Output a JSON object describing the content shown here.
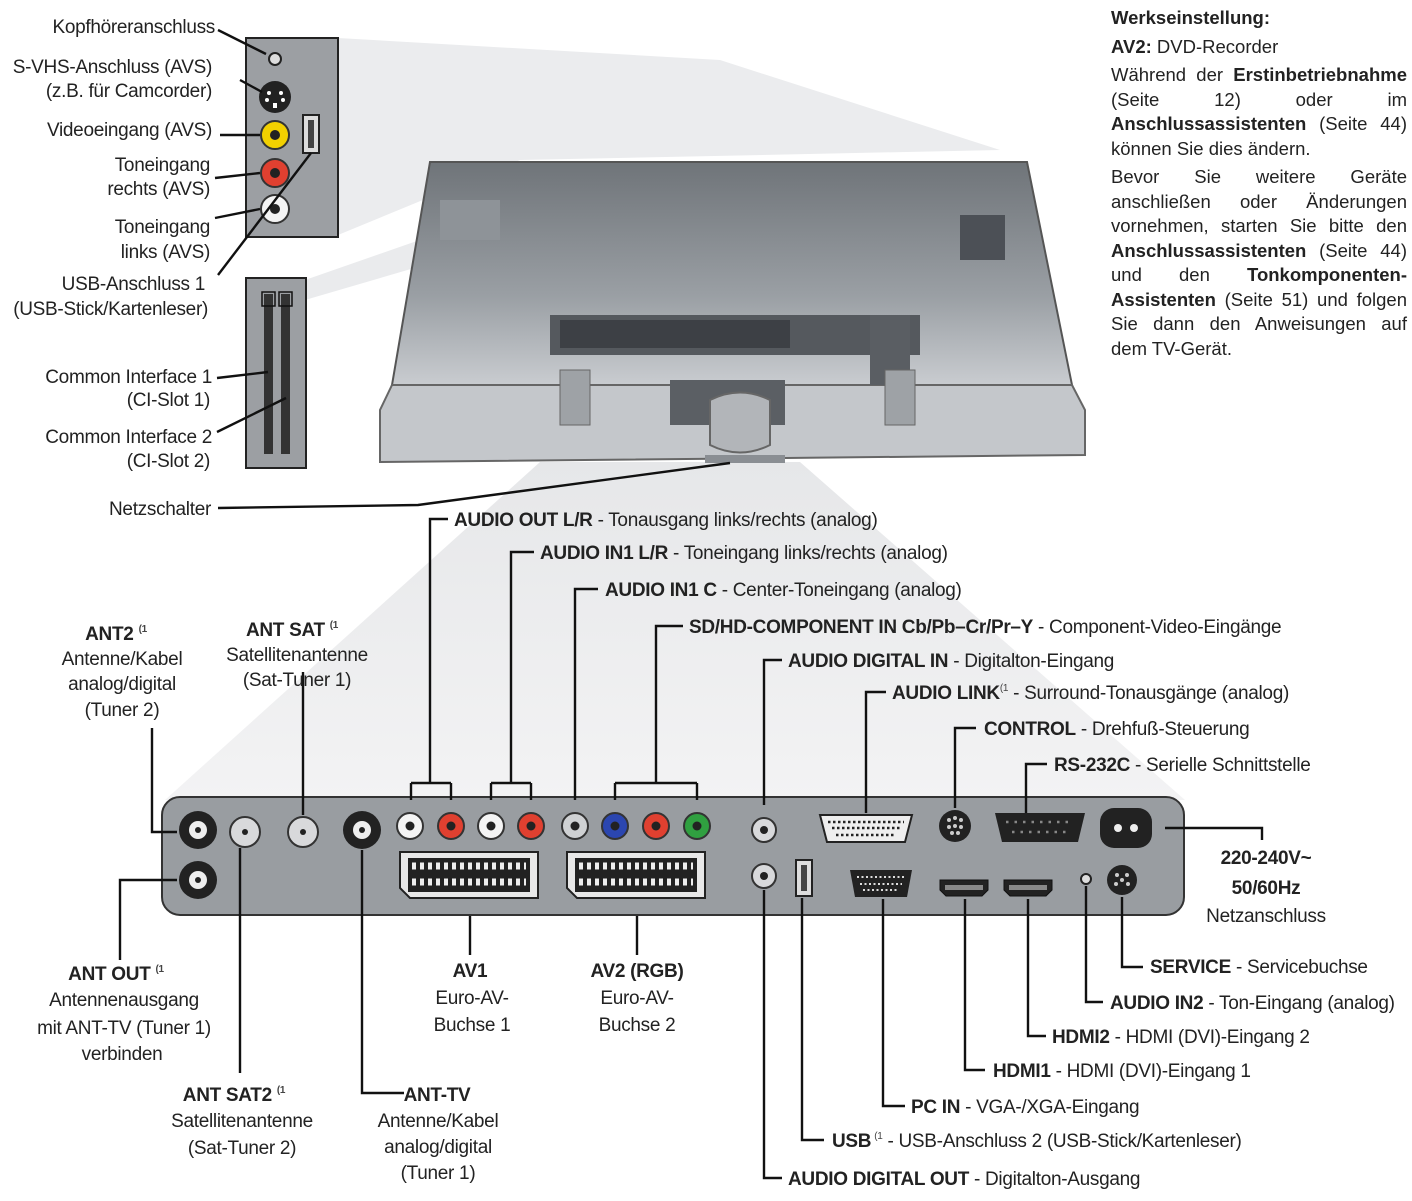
{
  "top_labels": {
    "headphone": "Kopfhöreranschluss",
    "svhs_1": "S-VHS-Anschluss (AVS)",
    "svhs_2": "(z.B. für Camcorder)",
    "video_in": "Videoeingang (AVS)",
    "audio_r_1": "Toneingang",
    "audio_r_2": "rechts (AVS)",
    "audio_l_1": "Toneingang",
    "audio_l_2": "links (AVS)",
    "usb1_1": "USB-Anschluss 1",
    "usb1_2": "(USB-Stick/Kartenleser)",
    "ci1_1": "Common Interface 1",
    "ci1_2": "(CI-Slot 1)",
    "ci2_1": "Common Interface 2",
    "ci2_2": "(CI-Slot 2)",
    "power_switch": "Netzschalter"
  },
  "side_text": {
    "heading": "Werkseinstellung:",
    "av2_key": "AV2:",
    "av2_value": "DVD-Recorder",
    "p1_a": "Während der",
    "p1_b": "Erstinbetriebnahme",
    "p1_c": "(Seite 12) oder im",
    "p1_d": "Anschlussassistenten",
    "p1_e": "(Seite 44) können Sie dies ändern.",
    "p2_a": "Bevor Sie weitere Geräte anschließen oder Änderungen vornehmen, starten Sie bitte den",
    "p2_b": "Anschlussassistenten",
    "p2_c": "(Seite 44) und den",
    "p2_d": "Tonkomponenten-Assistenten",
    "p2_e": "(Seite 51) und folgen Sie dann den Anweisungen auf dem TV-Gerät."
  },
  "right_callouts": [
    {
      "key": "AUDIO OUT L/R",
      "desc": " - Tonausgang links/rechts (analog)"
    },
    {
      "key": "AUDIO IN1 L/R",
      "desc": " - Toneingang links/rechts (analog)"
    },
    {
      "key": "AUDIO IN1 C",
      "desc": " - Center-Toneingang (analog)"
    },
    {
      "key": "SD/HD-COMPONENT IN Cb/Pb–Cr/Pr–Y",
      "desc": " - Component-Video-Eingänge"
    },
    {
      "key": "AUDIO DIGITAL IN",
      "desc": " - Digitalton-Eingang"
    },
    {
      "key": "AUDIO LINK",
      "desc": " - Surround-Tonausgänge (analog)"
    },
    {
      "key": "CONTROL",
      "desc": " - Drehfuß-Steuerung"
    },
    {
      "key": "RS-232C",
      "desc": " - Serielle Schnittstelle"
    }
  ],
  "bottom_callouts": [
    {
      "key": "SERVICE",
      "desc": " - Servicebuchse"
    },
    {
      "key": "AUDIO IN2",
      "desc": " - Ton-Eingang (analog)"
    },
    {
      "key": "HDMI2",
      "desc": " - HDMI (DVI)-Eingang 2"
    },
    {
      "key": "HDMI1",
      "desc": " - HDMI (DVI)-Eingang 1"
    },
    {
      "key": "PC IN",
      "desc": " - VGA-/XGA-Eingang"
    },
    {
      "key": "USB",
      "desc": " - USB-Anschluss 2 (USB-Stick/Kartenleser)"
    },
    {
      "key": "AUDIO DIGITAL OUT",
      "desc": " - Digitalton-Ausgang"
    }
  ],
  "left_labels": {
    "ant2_key": "ANT2",
    "ant2_l1": "Antenne/Kabel",
    "ant2_l2": "analog/digital",
    "ant2_l3": "(Tuner 2)",
    "antsat_key": "ANT SAT",
    "antsat_l1": "Satellitenantenne",
    "antsat_l2": "(Sat-Tuner 1)",
    "antout_key": "ANT OUT",
    "antout_l1": "Antennenausgang",
    "antout_l2": "mit ANT-TV (Tuner 1)",
    "antout_l3": "verbinden",
    "antsat2_key": "ANT SAT2",
    "antsat2_l1": "Satellitenantenne",
    "antsat2_l2": "(Sat-Tuner 2)",
    "anttv_key": "ANT-TV",
    "anttv_l1": "Antenne/Kabel",
    "anttv_l2": "analog/digital",
    "anttv_l3": "(Tuner 1)",
    "av1_key": "AV1",
    "av1_l1": "Euro-AV-",
    "av1_l2": "Buchse 1",
    "av2_key": "AV2 (RGB)",
    "av2_l1": "Euro-AV-",
    "av2_l2": "Buchse 2"
  },
  "power": {
    "l1": "220-240V~",
    "l2": "50/60Hz",
    "l3": "Netzanschluss"
  },
  "footnote_mark": "(1"
}
